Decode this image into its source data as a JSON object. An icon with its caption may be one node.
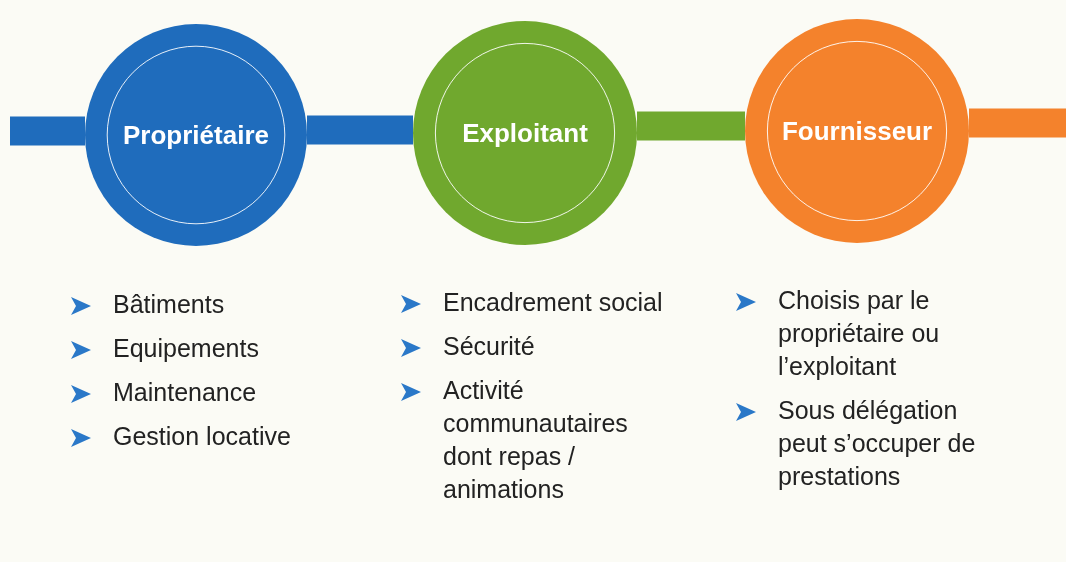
{
  "diagram": {
    "nodes": [
      {
        "text": [
          "Propriétaire"
        ],
        "beside": [
          "Bâtiments",
          "Equipements",
          "Maintenance",
          "Gestion locative"
        ]
      },
      {
        "text": [
          "Exploitant"
        ],
        "beside": [
          "Encadrement social",
          "Sécurité",
          "Activité communautaires dont repas / animations"
        ]
      },
      {
        "text": [
          "Fournisseur"
        ],
        "beside": [
          "Choisis par le propriétaire  ou l’exploitant",
          "Sous délégation peut s’occuper de prestations"
        ]
      }
    ],
    "edges": [
      {
        "from": null,
        "to": 0,
        "arrow": "none",
        "color": "#1f6cbc"
      },
      {
        "from": 0,
        "to": 1,
        "arrow": "none",
        "color": "#1f6cbc"
      },
      {
        "from": 1,
        "to": 2,
        "arrow": "none",
        "color": "#70a82e"
      },
      {
        "from": 2,
        "to": null,
        "arrow": "none",
        "color": "#f4822c"
      }
    ]
  }
}
